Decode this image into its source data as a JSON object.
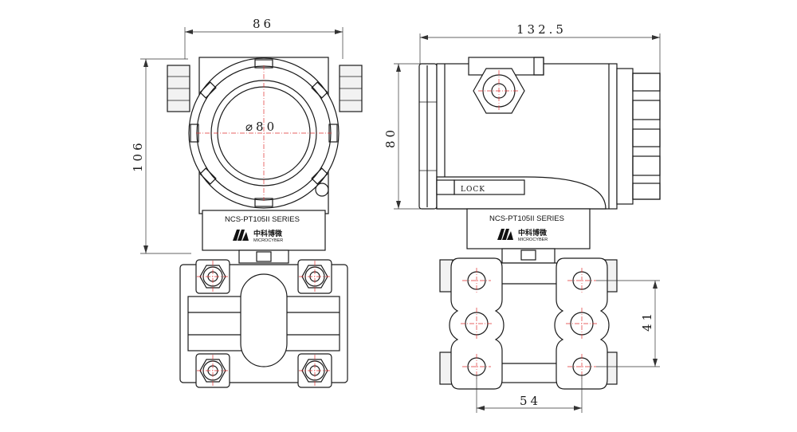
{
  "front_view": {
    "dim_width": "86",
    "dim_height": "106",
    "dim_diameter": "⌀80",
    "label_series": "NCS-PT105II SERIES",
    "brand_cn": "中科博微",
    "brand_en": "MICROCYBER"
  },
  "side_view": {
    "dim_length": "132.5",
    "dim_height": "80",
    "dim_flange_vertical": "41",
    "dim_flange_horizontal": "54",
    "label_lock": "LOCK",
    "label_series": "NCS-PT105II SERIES",
    "brand_cn": "中科博微",
    "brand_en": "MICROCYBER"
  }
}
